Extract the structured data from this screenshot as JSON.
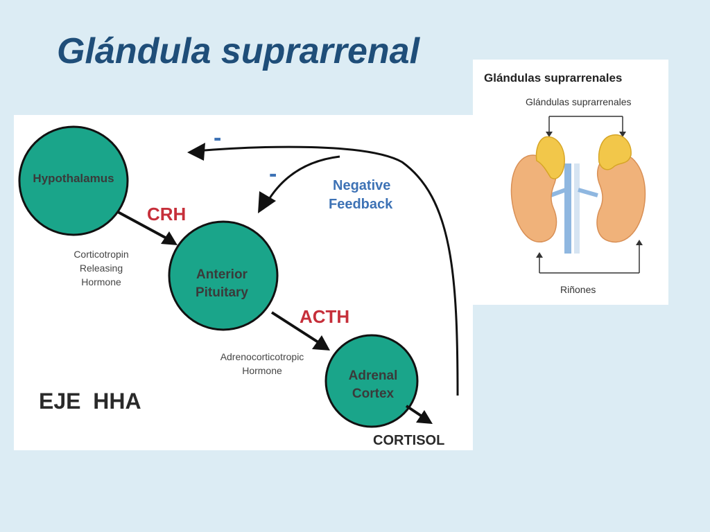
{
  "slide": {
    "title": "Glándula suprarrenal"
  },
  "hha_diagram": {
    "axis_label": "EJE  HHA",
    "nodes": {
      "hypothalamus": "Hypothalamus",
      "anterior_pituitary_line1": "Anterior",
      "anterior_pituitary_line2": "Pituitary",
      "adrenal_cortex_line1": "Adrenal",
      "adrenal_cortex_line2": "Cortex"
    },
    "hormones": {
      "crh": "CRH",
      "crh_caption_line1": "Corticotropin",
      "crh_caption_line2": "Releasing",
      "crh_caption_line3": "Hormone",
      "acth": "ACTH",
      "acth_caption_line1": "Adrenocorticotropic",
      "acth_caption_line2": "Hormone",
      "cortisol": "CORTISOL"
    },
    "feedback": {
      "line1": "Negative",
      "line2": "Feedback",
      "sign_top": "-",
      "sign_mid": "-"
    },
    "colors": {
      "node_fill": "#1aa58a",
      "node_stroke": "#111111",
      "hormone_text": "#c62f3a",
      "feedback_text": "#3d72b5"
    }
  },
  "kidney_figure": {
    "title": "Glándulas suprarrenales",
    "top_caption": "Glándulas suprarrenales",
    "bottom_caption": "Riñones",
    "colors": {
      "gland": "#f2c74a",
      "kidney": "#f0b27a",
      "vein": "#8fb7e0"
    }
  }
}
